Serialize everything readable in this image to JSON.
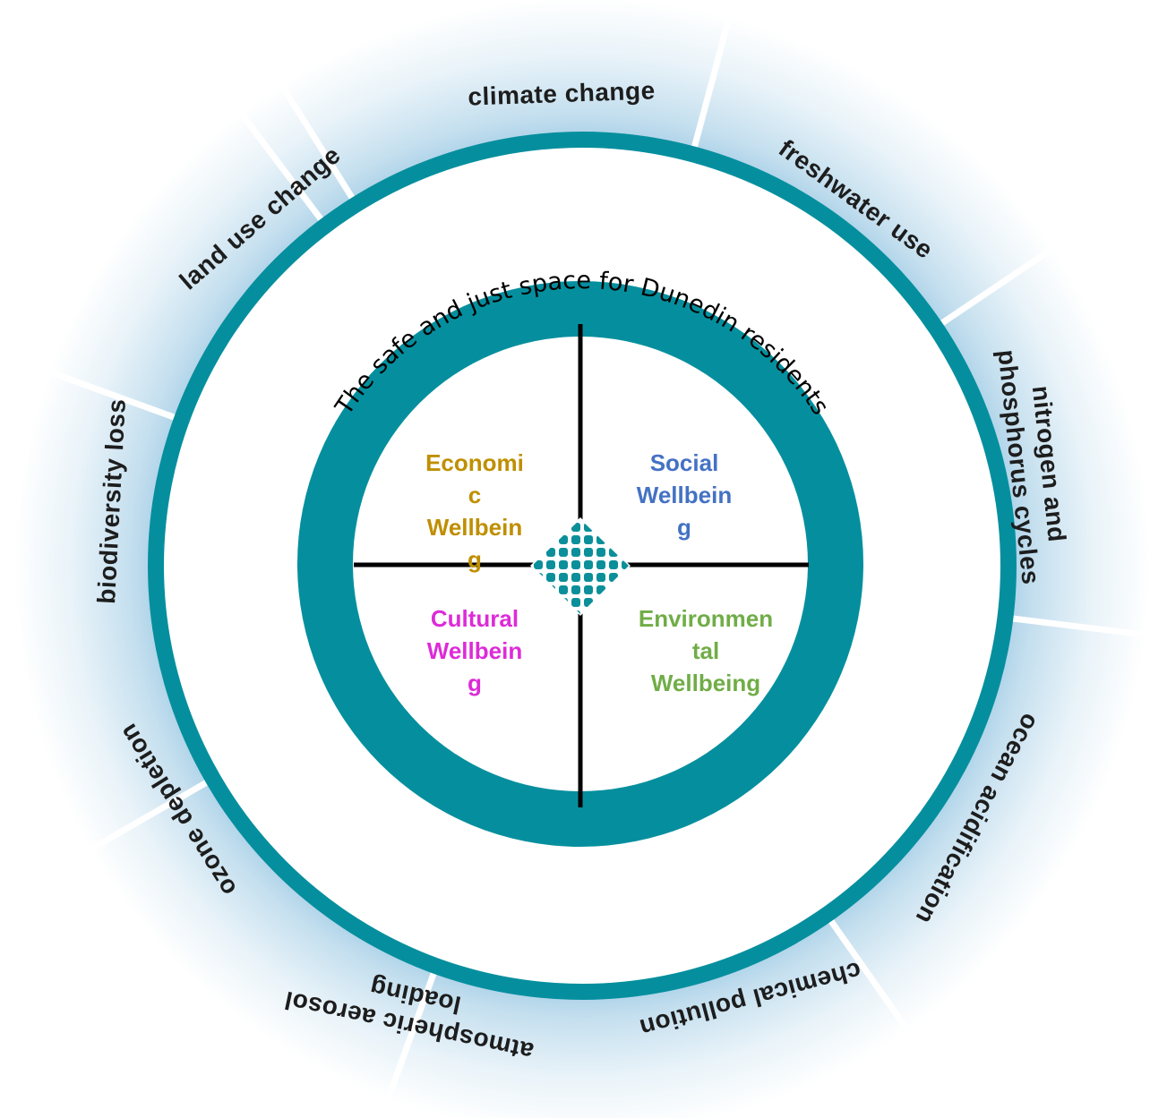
{
  "diagram": {
    "space_title": "The safe and just space for Dunedin residents",
    "boundaries": [
      {
        "id": "climate",
        "lines": [
          "climate change"
        ]
      },
      {
        "id": "freshwater",
        "lines": [
          "freshwater use"
        ]
      },
      {
        "id": "nitrogen",
        "lines": [
          "nitrogen and",
          "phosphorus cycles"
        ]
      },
      {
        "id": "ocean",
        "lines": [
          "ocean acidification"
        ]
      },
      {
        "id": "chemical",
        "lines": [
          "chemical pollution"
        ]
      },
      {
        "id": "aerosol",
        "lines": [
          "atmospheric aerosol",
          "loading"
        ]
      },
      {
        "id": "ozone",
        "lines": [
          "ozone depletion"
        ]
      },
      {
        "id": "biodiversity",
        "lines": [
          "biodiversity loss"
        ]
      },
      {
        "id": "landuse",
        "lines": [
          "land use change"
        ]
      }
    ],
    "wellbeing": [
      {
        "id": "economic",
        "lines": [
          "Economi",
          "c",
          "Wellbein",
          "g"
        ],
        "color": "#bf8f00"
      },
      {
        "id": "social",
        "lines": [
          "Social",
          "Wellbein",
          "g"
        ],
        "color": "#4472c4"
      },
      {
        "id": "cultural",
        "lines": [
          "Cultural",
          "Wellbein",
          "g"
        ],
        "color": "#dd2bd8"
      },
      {
        "id": "environmental",
        "lines": [
          "Environmen",
          "tal",
          "Wellbeing"
        ],
        "color": "#70ad47"
      }
    ],
    "colors": {
      "ring": "#058f9e",
      "outer_ring_fill": "#cfe8f3",
      "outer_ring_edge": "#ffffff",
      "divider": "#000000",
      "logo": "#0b8f9a"
    },
    "logo_icon": "patterned-diamond-logo"
  }
}
